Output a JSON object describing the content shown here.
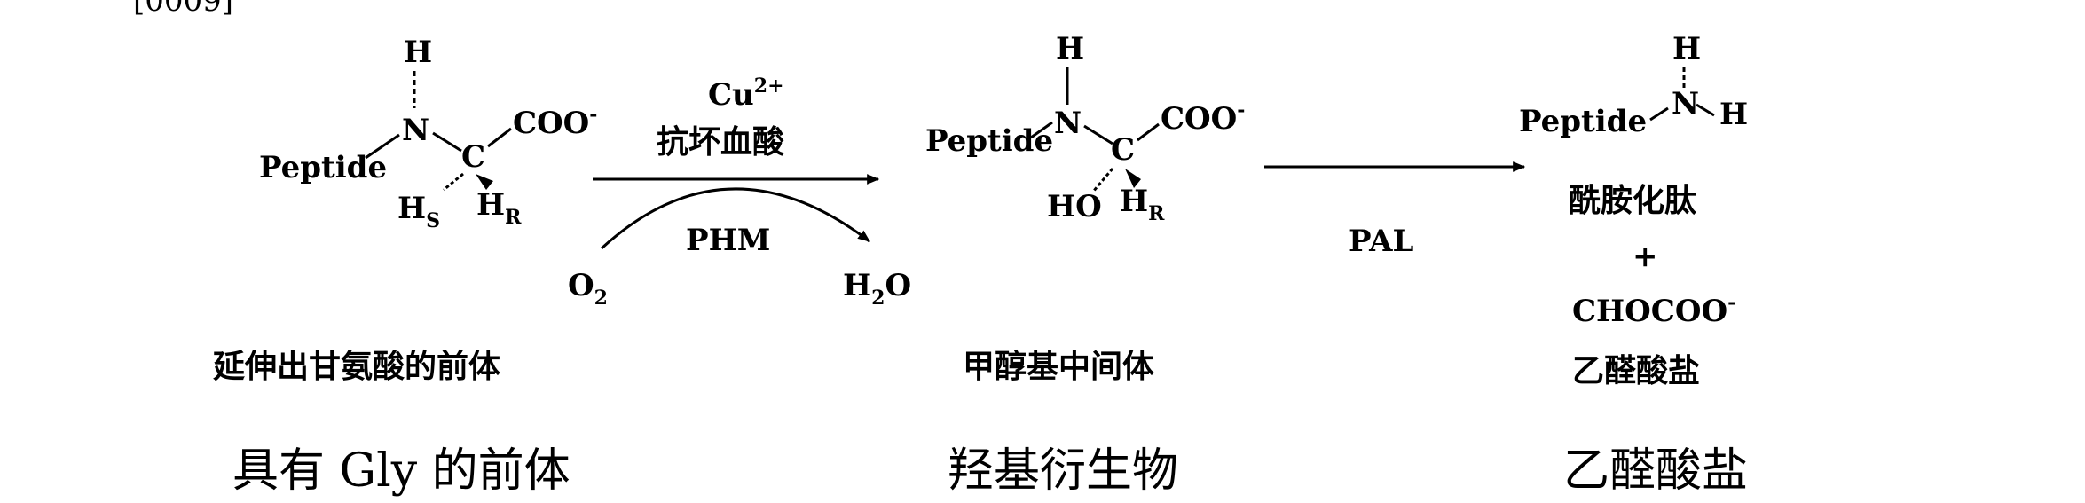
{
  "paragraph_number": "[0009]",
  "precursor": {
    "h_top": "H",
    "n": "N",
    "c": "C",
    "coo": "COO",
    "charge": "-",
    "peptide": "Peptide",
    "hs_main": "H",
    "hs_sub": "S",
    "hr_main": "H",
    "hr_sub": "R",
    "label": "延伸出甘氨酸的前体"
  },
  "step1": {
    "cu": "Cu",
    "cu_charge": "2+",
    "reagent": "抗坏血酸",
    "enzyme": "PHM",
    "o2_main": "O",
    "o2_sub": "2",
    "h2o_h": "H",
    "h2o_sub": "2",
    "h2o_o": "O"
  },
  "intermediate": {
    "h_top": "H",
    "n": "N",
    "c": "C",
    "coo": "COO",
    "charge": "-",
    "peptide": "Peptide",
    "ho": "HO",
    "hr_main": "H",
    "hr_sub": "R",
    "label": "甲醇基中间体"
  },
  "step2": {
    "enzyme": "PAL"
  },
  "products": {
    "peptide": "Peptide",
    "h_top": "H",
    "n": "N",
    "h_right": "H",
    "amide_label": "酰胺化肽",
    "plus": "+",
    "glyoxylate_formula": "CHOCOO",
    "glyoxylate_charge": "-",
    "glyoxylate_label": "乙醛酸盐"
  },
  "captions": {
    "left": "具有 Gly 的前体",
    "middle": "羟基衍生物",
    "right": "乙醛酸盐"
  }
}
